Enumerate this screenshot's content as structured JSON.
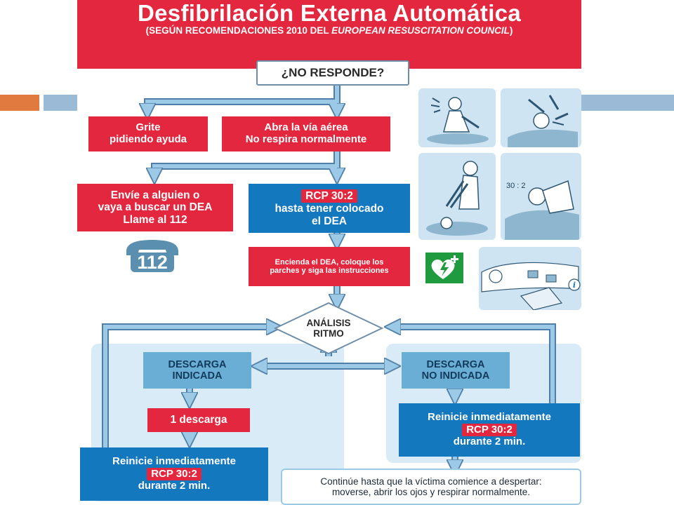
{
  "header": {
    "title": "Desfibrilación Externa Automática",
    "subtitle_prefix": "(SEGÚN RECOMENDACIONES 2010 DEL ",
    "subtitle_org": "EUROPEAN RESUSCITATION COUNCIL",
    "subtitle_suffix": ")"
  },
  "flow": {
    "no_responde": "¿NO RESPONDE?",
    "grite": [
      "Grite",
      "pidiendo ayuda"
    ],
    "abra": [
      "Abra la vía aérea",
      "No respira normalmente"
    ],
    "envie": [
      "Envíe a alguien o",
      "vaya a buscar un DEA",
      "Llame al 112"
    ],
    "rcp_top": {
      "chip": "RCP 30:2",
      "line2": "hasta tener colocado",
      "line3": "el DEA"
    },
    "encienda": [
      "Encienda el DEA, coloque los",
      "parches y siga las instrucciones"
    ],
    "analisis": [
      "ANÁLISIS",
      "RITMO"
    ],
    "descarga_indicada": [
      "DESCARGA",
      "INDICADA"
    ],
    "descarga_no_indicada": [
      "DESCARGA",
      "NO INDICADA"
    ],
    "una_descarga": "1 descarga",
    "reinicie_left": {
      "line1": "Reinicie inmediatamente",
      "chip": "RCP 30:2",
      "line3": "durante 2 min."
    },
    "reinicie_right": {
      "line1": "Reinicie inmediatamente",
      "chip": "RCP 30:2",
      "line3": "durante 2 min."
    },
    "continue": [
      "Continúe hasta que la víctima comience a despertar:",
      "moverse, abrir los ojos y respirar normalmente."
    ]
  },
  "icons": {
    "phone_number": "112",
    "ratio_label": "30 : 2"
  },
  "colors": {
    "red": "#e3273e",
    "blue": "#1478be",
    "light_blue": "#6aaed6",
    "panel": "#d9ebf6",
    "deco_orange": "#e07a3f",
    "deco_blue": "#9bbad6",
    "aed_green": "#1f9a3e"
  }
}
